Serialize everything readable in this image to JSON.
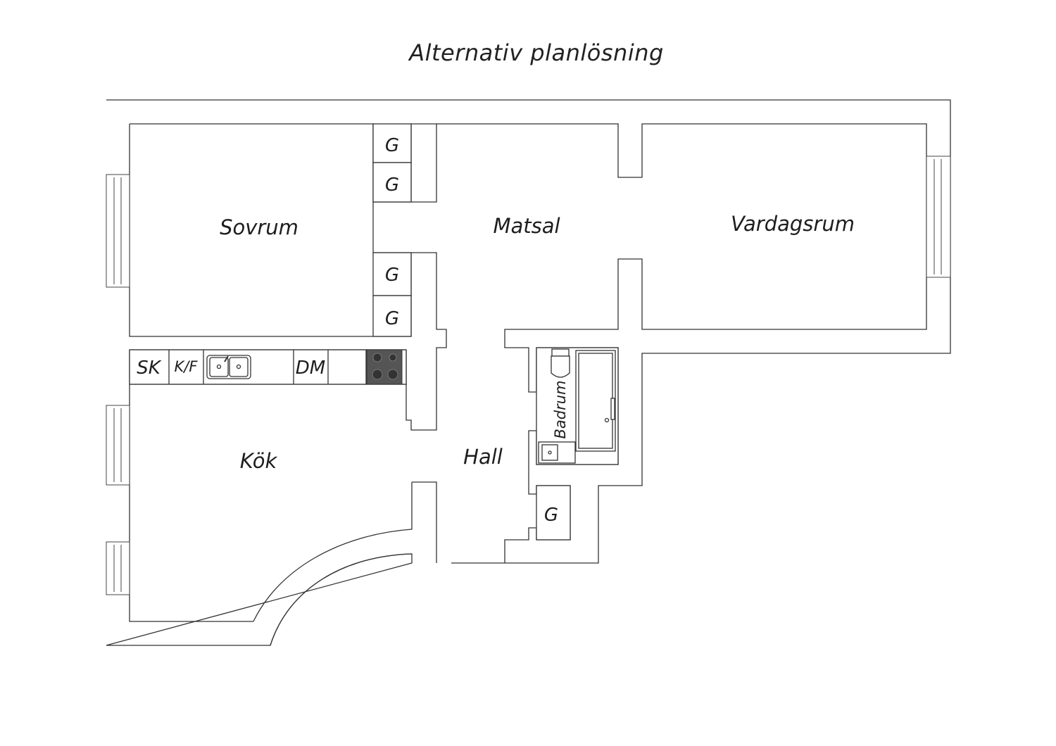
{
  "title": "Alternativ planlösning",
  "rooms": {
    "sovrum": "Sovrum",
    "matsal": "Matsal",
    "vardagsrum": "Vardagsrum",
    "kok": "Kök",
    "hall": "Hall",
    "badrum": "Badrum"
  },
  "fixtures": {
    "garderob": "G",
    "skap": "SK",
    "kyl_frys": "K/F",
    "diskmaskin": "DM"
  }
}
